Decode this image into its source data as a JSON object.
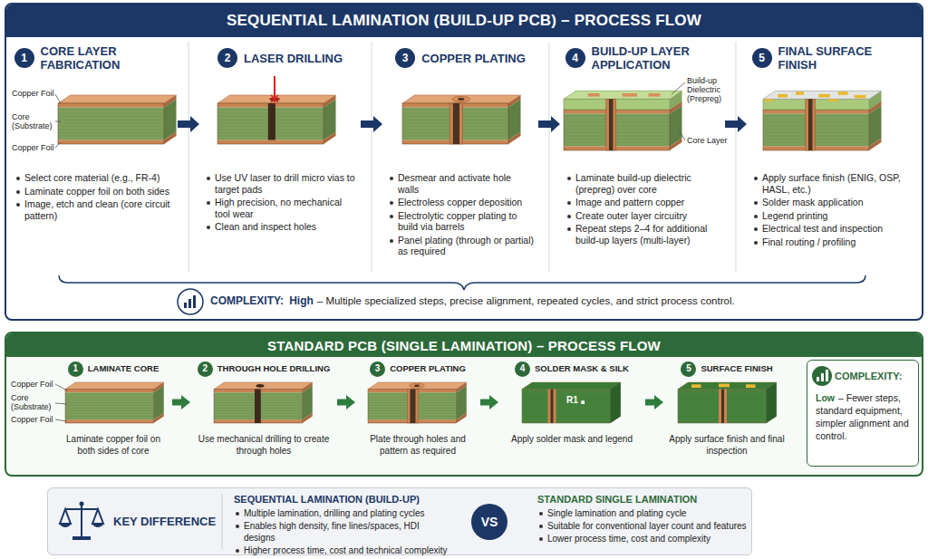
{
  "diagram": {
    "nodes": [
      {
        "text": [
          "SEQUENTIAL LAMINATION (BUILD-UP PCB) – PROCESS FLOW"
        ]
      },
      {
        "text": [
          "CORE LAYER FABRICATION",
          "Select core material (e.g., FR-4)",
          "Laminate copper foil on both sides",
          "Image, etch and clean (core circuit pattern)"
        ],
        "in": 0
      },
      {
        "text": [
          "1"
        ],
        "in": 1
      },
      {
        "text": [
          "LASER DRILLING",
          "Use UV laser to drill micro vias to target pads",
          "High precision, no mechanical tool wear",
          "Clean and inspect holes"
        ],
        "in": 0
      },
      {
        "text": [
          "2"
        ],
        "in": 3
      },
      {
        "text": [
          "COPPER PLATING",
          "Desmear and activate hole walls",
          "Electroless copper deposition",
          "Electrolytic copper plating to build via barrels",
          "Panel plating (through or partial) as required"
        ],
        "in": 0
      },
      {
        "text": [
          "3"
        ],
        "in": 5
      },
      {
        "text": [
          "BUILD-UP LAYER APPLICATION",
          "Laminate build-up dielectric (prepreg) over core",
          "Image and pattern copper",
          "Create outer layer circuitry",
          "Repeat steps 2–4 for additional build-up layers (multi-layer)"
        ],
        "in": 0
      },
      {
        "text": [
          "4"
        ],
        "in": 7
      },
      {
        "text": [
          "FINAL SURFACE FINISH",
          "Apply surface finish (ENIG, OSP, HASL, etc.)",
          "Solder mask application",
          "Legend printing",
          "Electrical test and inspection",
          "Final routing / profiling"
        ],
        "in": 0
      },
      {
        "text": [
          "5"
        ],
        "in": 9
      },
      {
        "text": [
          "STANDARD PCB (SINGLE LAMINATION) – PROCESS FLOW"
        ]
      },
      {
        "text": [
          "LAMINATE CORE",
          "Laminate copper foil on both sides of core"
        ],
        "in": 11
      },
      {
        "text": [
          "1"
        ],
        "in": 12
      },
      {
        "text": [
          "THROUGH HOLE DRILLING",
          "Use mechanical drilling to create through holes"
        ],
        "in": 11
      },
      {
        "text": [
          "2"
        ],
        "in": 14
      },
      {
        "text": [
          "COPPER PLATING",
          "Plate through holes and pattern as required"
        ],
        "in": 11
      },
      {
        "text": [
          "3"
        ],
        "in": 16
      },
      {
        "text": [
          "SOLDER MASK & SILK",
          "Apply solder mask and legend"
        ],
        "in": 11
      },
      {
        "text": [
          "4"
        ],
        "in": 18
      },
      {
        "text": [
          "SURFACE FINISH",
          "Apply surface finish and final inspection"
        ],
        "in": 11
      },
      {
        "text": [
          "5"
        ],
        "in": 20
      },
      {
        "text": [
          "COMPLEXITY:",
          "Low",
          "– Fewer steps, standard equipment, simpler alignment and control."
        ],
        "in": 11
      },
      {
        "text": [
          "KEY DIFFERENCE",
          "SEQUENTIAL LAMINATION (BUILD-UP)",
          "Multiple lamination, drilling and plating cycles",
          "Enables high density, fine lines/spaces, HDI designs",
          "Higher process time, cost and technical complexity",
          "STANDARD SINGLE LAMINATION",
          "Single lamination and plating cycle",
          "Suitable for conventional layer count and features",
          "Lower process time, cost and complexity"
        ]
      },
      {
        "text": [
          "VS"
        ],
        "in": 23
      }
    ],
    "edges": [
      {
        "from": 1,
        "to": 3,
        "arrow": "to"
      },
      {
        "from": 3,
        "to": 5,
        "arrow": "to"
      },
      {
        "from": 5,
        "to": 7,
        "arrow": "to"
      },
      {
        "from": 7,
        "to": 9,
        "arrow": "to"
      },
      {
        "from": 12,
        "to": 14,
        "arrow": "to"
      },
      {
        "from": 14,
        "to": 16,
        "arrow": "to"
      },
      {
        "from": 16,
        "to": 18,
        "arrow": "to"
      },
      {
        "from": 18,
        "to": 20,
        "arrow": "to"
      }
    ],
    "labels": [
      "Copper Foil",
      "Core (Substrate)",
      "Copper Foil",
      "Build-up Dielectric (Prepreg)",
      "Core Layer",
      "COMPLEXITY:",
      "High",
      "– Multiple specialized steps, precise alignment, repeated cycles, and strict process control.",
      "Copper Foil",
      "Core (Substrate)",
      "Copper Foil",
      "R1"
    ]
  }
}
